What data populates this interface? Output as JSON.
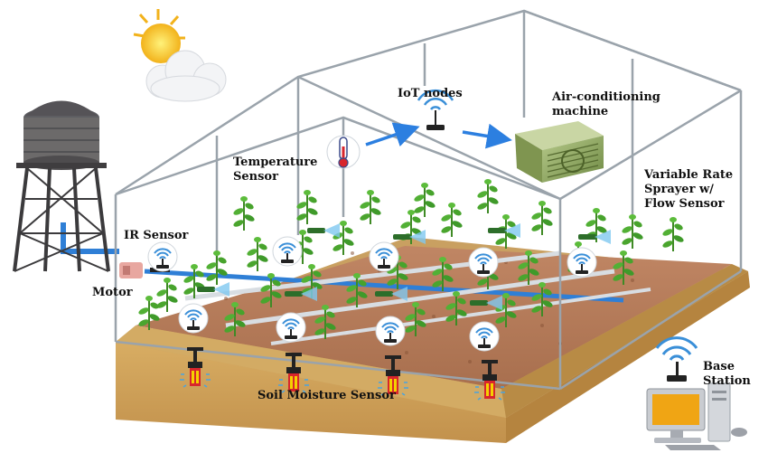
{
  "labels": {
    "iot_nodes": "IoT nodes",
    "air_conditioning_1": "Air-conditioning",
    "air_conditioning_2": "machine",
    "temperature_1": "Temperature",
    "temperature_2": "Sensor",
    "variable_rate_1": "Variable Rate",
    "variable_rate_2": "Sprayer w/",
    "variable_rate_3": "Flow Sensor",
    "ir_sensor": "IR Sensor",
    "motor": "Motor",
    "soil_moisture": "Soil Moisture Sensor",
    "base_1": "Base",
    "base_2": "Station"
  },
  "icons": [
    "sun-cloud-icon",
    "water-tower-icon",
    "wifi-node-icon",
    "thermometer-icon",
    "air-conditioner-icon",
    "computer-icon",
    "plant-icon",
    "soil-probe-icon"
  ],
  "colors": {
    "frame": "#9aa3ab",
    "soil_top": "#b47a55",
    "soil_side": "#c99a52",
    "ground": "#d9b36b",
    "wifi": "#3a8fd8",
    "pipe": "#2f7fd6",
    "arrow": "#2c7fe0",
    "plant": "#3f9a2a"
  }
}
